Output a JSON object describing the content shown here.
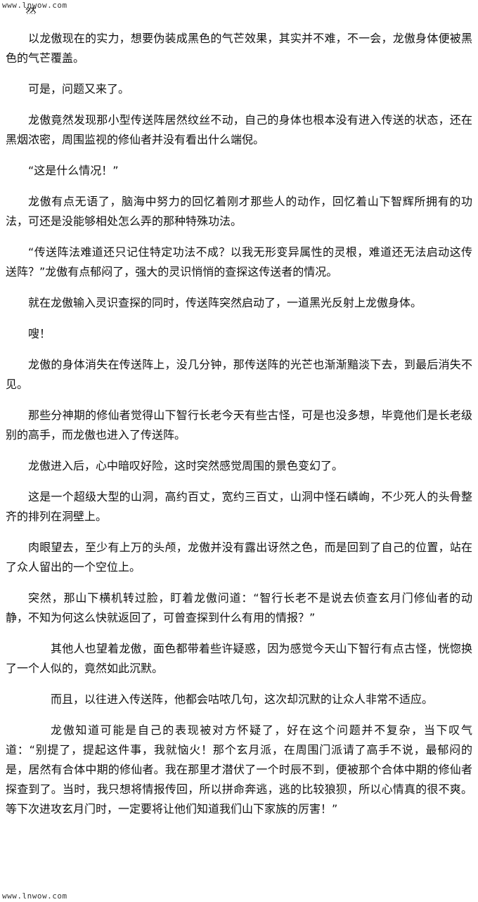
{
  "watermark": {
    "top": "www.lnwow.com",
    "bottom": "www.lnwow.com"
  },
  "article": {
    "paragraphs": [
      {
        "text": "以龙傲现在的实力，想要伪装成黑色的气芒效果，其实并不难，不一会，龙傲身体便被黑色的气芒覆盖。",
        "indent": "normal"
      },
      {
        "text": "可是，问题又来了。",
        "indent": "normal"
      },
      {
        "text": "龙傲竟然发现那小型传送阵居然纹丝不动，自己的身体也根本没有进入传送的状态，还在黑烟浓密，周围监视的修仙者并没有看出什么端倪。",
        "indent": "normal"
      },
      {
        "text": "“这是什么情况！”",
        "indent": "normal"
      },
      {
        "text": "龙傲有点无语了，脑海中努力的回忆着刚才那些人的动作，回忆着山下智辉所拥有的功法，可还是没能够相处怎么弄的那种特殊功法。",
        "indent": "normal"
      },
      {
        "text": "“传送阵法难道还只记住特定功法不成？以我无形变异属性的灵根，难道还无法启动这传送阵？”龙傲有点郁闷了，强大的灵识悄悄的查探这传送者的情况。",
        "indent": "normal"
      },
      {
        "text": "就在龙傲输入灵识查探的同时，传送阵突然启动了，一道黑光反射上龙傲身体。",
        "indent": "normal"
      },
      {
        "text": "嗖！",
        "indent": "normal"
      },
      {
        "text": "龙傲的身体消失在传送阵上，没几分钟，那传送阵的光芒也渐渐黯淡下去，到最后消失不见。",
        "indent": "normal"
      },
      {
        "text": "那些分神期的修仙者觉得山下智行长老今天有些古怪，可是也没多想，毕竟他们是长老级别的高手，而龙傲也进入了传送阵。",
        "indent": "normal"
      },
      {
        "text": "龙傲进入后，心中暗叹好险，这时突然感觉周围的景色变幻了。",
        "indent": "normal"
      },
      {
        "text": "这是一个超级大型的山洞，高约百丈，宽约三百丈，山洞中怪石嶙峋，不少死人的头骨整齐的排列在洞壁上。",
        "indent": "normal"
      },
      {
        "text": "肉眼望去，至少有上万的头颅，龙傲并没有露出讶然之色，而是回到了自己的位置，站在了众人留出的一个空位上。",
        "indent": "normal"
      },
      {
        "text": "突然，那山下横机转过脸，盯着龙傲问道：“智行长老不是说去侦查玄月门修仙者的动静，不知为何这么快就返回了，可曾查探到什么有用的情报？”",
        "indent": "normal"
      },
      {
        "text": "其他人也望着龙傲，面色都带着些许疑惑，因为感觉今天山下智行有点古怪，恍惚换了一个人似的，竟然如此沉默。",
        "indent": "extra"
      },
      {
        "text": "而且，以往进入传送阵，他都会咕哝几句，这次却沉默的让众人非常不适应。",
        "indent": "extra"
      },
      {
        "text": "龙傲知道可能是自己的表现被对方怀疑了，好在这个问题并不复杂，当下叹气道：“别提了，提起这件事，我就恼火！那个玄月派，在周围门派请了高手不说，最郁闷的是，居然有合体中期的修仙者。我在那里才潜伏了一个时辰不到，便被那个合体中期的修仙者探查到了。当时，我只想将情报传回，所以拼命奔逃，逃的比较狼狈，所以心情真的很不爽。等下次进攻玄月门时，一定要将让他们知道我们山下家族的厉害！”",
        "indent": "extra"
      }
    ]
  }
}
